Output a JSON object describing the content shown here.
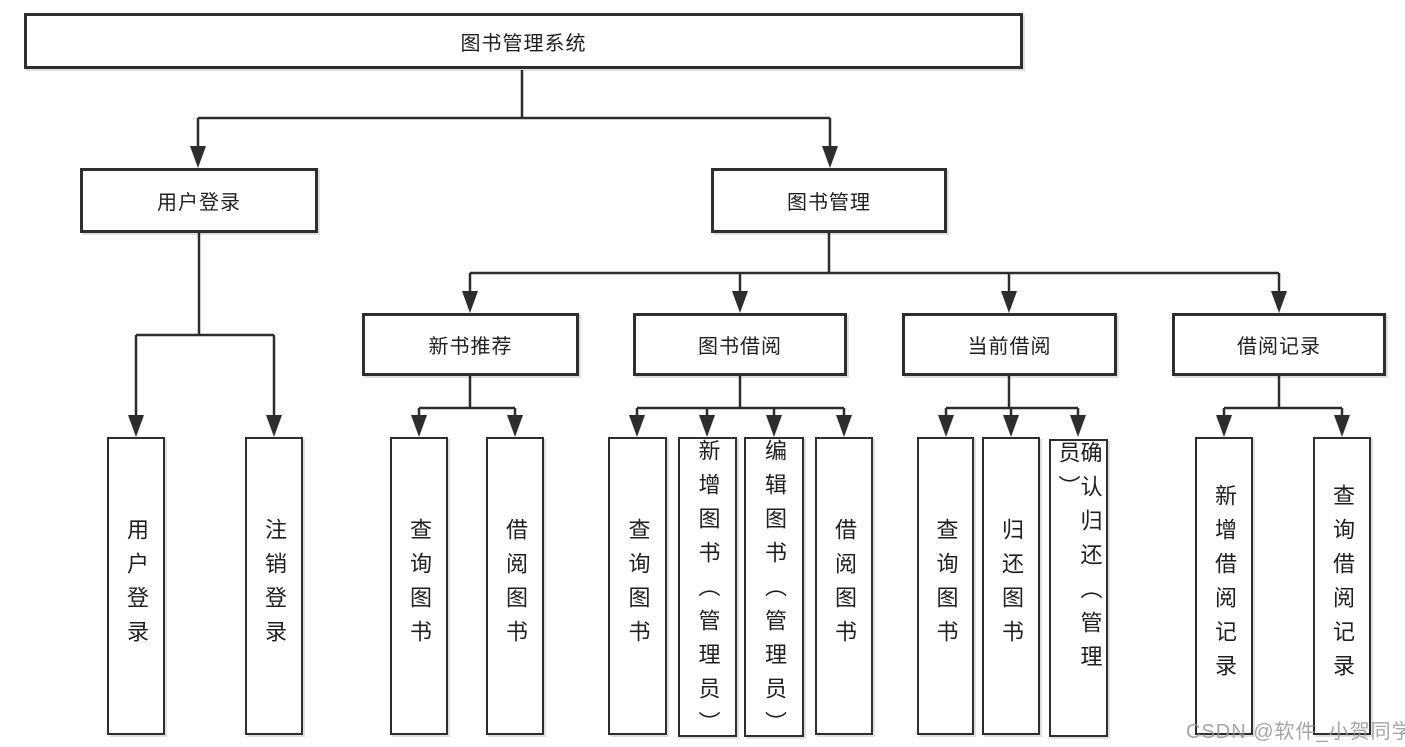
{
  "colors": {
    "line": "#2d2d2d",
    "box_border": "#2e2e2e",
    "text": "#1f1f1f",
    "watermark": "#969696",
    "background": "#ffffff"
  },
  "watermark": {
    "label": "CSDN @软件_小贺同学"
  },
  "tree": {
    "root": {
      "label": "图书管理系统",
      "children": [
        {
          "label": "用户登录",
          "children": [
            {
              "label": "用户登录"
            },
            {
              "label": "注销登录"
            }
          ]
        },
        {
          "label": "图书管理",
          "children": [
            {
              "label": "新书推荐",
              "children": [
                {
                  "label": "查询图书"
                },
                {
                  "label": "借阅图书"
                }
              ]
            },
            {
              "label": "图书借阅",
              "children": [
                {
                  "label": "查询图书"
                },
                {
                  "label": "新增图书（管理员）"
                },
                {
                  "label": "编辑图书（管理员）"
                },
                {
                  "label": "借阅图书"
                }
              ]
            },
            {
              "label": "当前借阅",
              "children": [
                {
                  "label": "查询图书"
                },
                {
                  "label": "归还图书"
                },
                {
                  "label": "确认归还（管理员）"
                }
              ]
            },
            {
              "label": "借阅记录",
              "children": [
                {
                  "label": "新增借阅记录"
                },
                {
                  "label": "查询借阅记录"
                }
              ]
            }
          ]
        }
      ]
    }
  }
}
